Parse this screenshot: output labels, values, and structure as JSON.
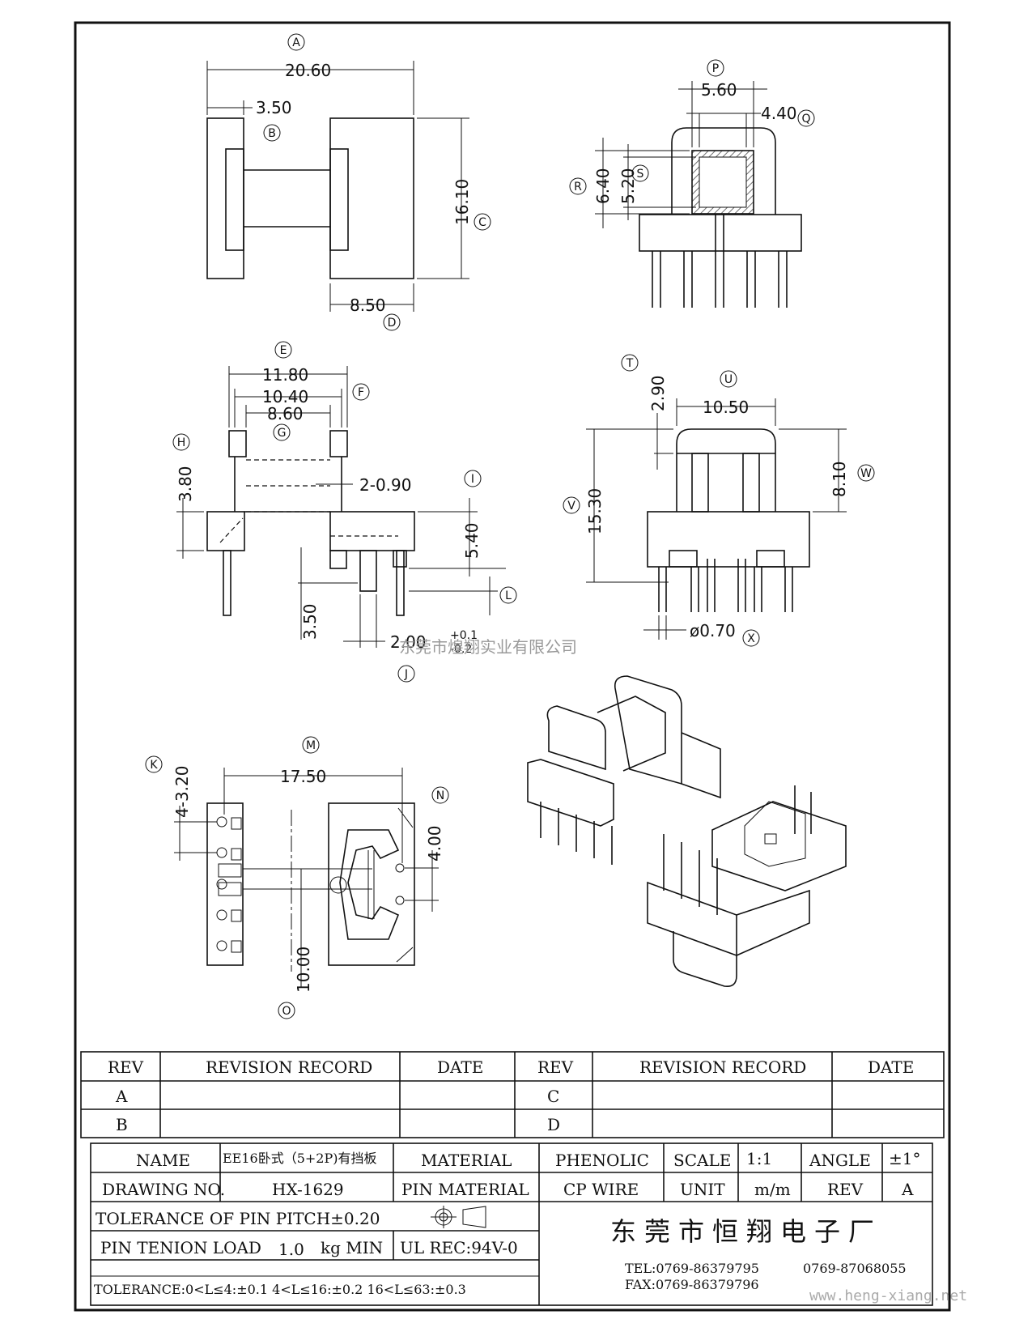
{
  "dimensions": {
    "A": "20.60",
    "B": "3.50",
    "C": "16.10",
    "D": "8.50",
    "P": "5.60",
    "Q": "4.40",
    "R": "6.40",
    "S": "5.20",
    "E": "11.80",
    "F": "10.40",
    "G": "8.60",
    "H": "3.80",
    "I": "2-0.90",
    "K_pitch": "5.40",
    "L": "3.50",
    "J": "2.00",
    "J_tol_plus": "+0.1",
    "J_tol_minus": "-0.2",
    "T": "2.90",
    "U": "10.50",
    "V": "15.30",
    "W": "8.10",
    "X": "ø0.70",
    "M": "17.50",
    "K": "4-3.20",
    "N": "4.00",
    "O": "10.00"
  },
  "callouts": [
    "A",
    "B",
    "C",
    "D",
    "P",
    "Q",
    "R",
    "S",
    "E",
    "F",
    "G",
    "H",
    "I",
    "J",
    "L",
    "T",
    "U",
    "V",
    "W",
    "X",
    "K",
    "M",
    "N",
    "O"
  ],
  "watermark": "东莞市煌翔实业有限公司",
  "revision_table": {
    "headers": [
      "REV",
      "REVISION RECORD",
      "DATE",
      "REV",
      "REVISION RECORD",
      "DATE"
    ],
    "rows": [
      [
        "A",
        "",
        "",
        "C",
        "",
        ""
      ],
      [
        "B",
        "",
        "",
        "D",
        "",
        ""
      ]
    ]
  },
  "title_block": {
    "name_label": "NAME",
    "name_value": "EE16卧式（5+2P)有挡板",
    "material_label": "MATERIAL",
    "material_value": "PHENOLIC",
    "scale_label": "SCALE",
    "scale_value": "1:1",
    "angle_label": "ANGLE",
    "angle_value": "±1°",
    "drawing_no_label": "DRAWING NO.",
    "drawing_no_value": "HX-1629",
    "pin_material_label": "PIN MATERIAL",
    "pin_material_value": "CP WIRE",
    "unit_label": "UNIT",
    "unit_value": "m/m",
    "rev_label": "REV",
    "rev_value": "A",
    "tolerance_pitch": "TOLERANCE OF PIN PITCH±0.20",
    "pin_load_label": "PIN TENION LOAD",
    "pin_load_value": "1.0",
    "pin_load_unit": "kg MIN",
    "ul": "UL REC:94V-0",
    "tolerance_general": "TOLERANCE:0<L≤4:±0.1  4<L≤16:±0.2  16<L≤63:±0.3",
    "company": "东莞市恒翔电子厂",
    "tel": "TEL:0769-86379795",
    "tel2": "0769-87068055",
    "fax": "FAX:0769-86379796",
    "website": "www.heng-xiang.net"
  }
}
